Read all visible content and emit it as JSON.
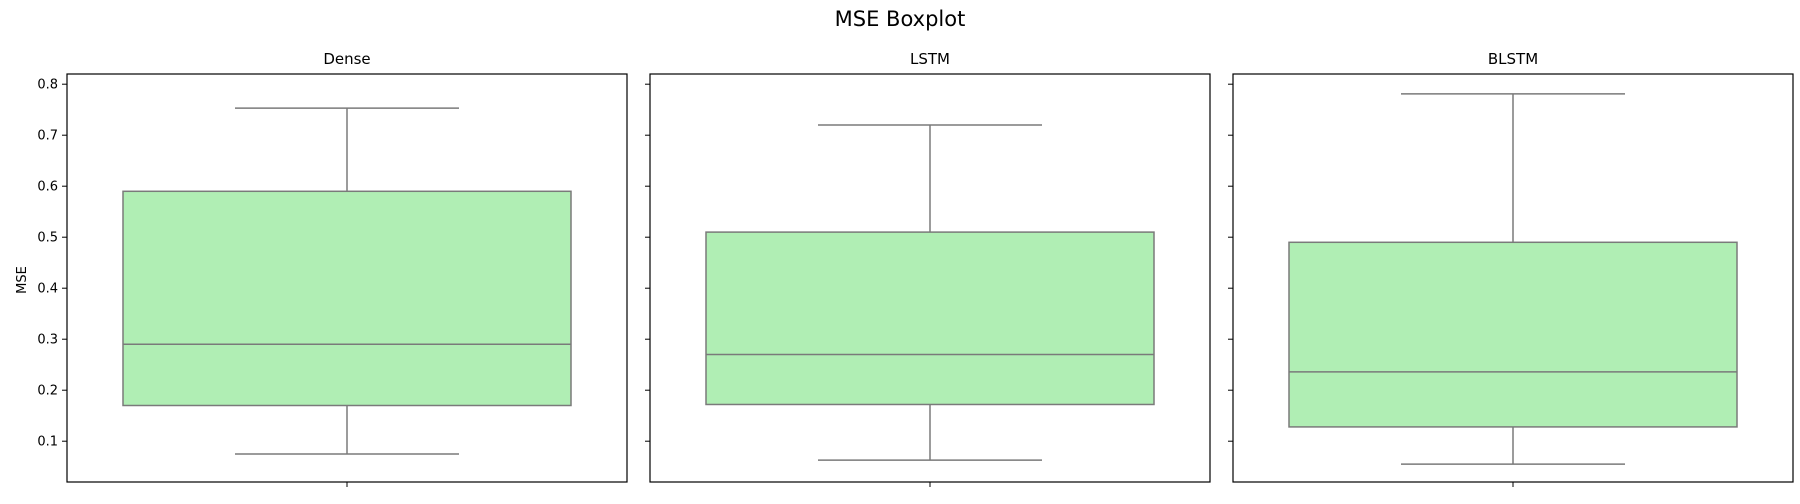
{
  "chart_data": {
    "type": "box",
    "title": "MSE Boxplot",
    "ylabel": "MSE",
    "ylim": [
      0.02,
      0.82
    ],
    "yticks": [
      "0.1",
      "0.2",
      "0.3",
      "0.4",
      "0.5",
      "0.6",
      "0.7",
      "0.8"
    ],
    "grid": false,
    "colors": {
      "box_fill": "#b0eeb4",
      "box_edge": "#7a7a7a",
      "axis": "#000000"
    },
    "panels": [
      {
        "title": "Dense",
        "whisker_low": 0.075,
        "q1": 0.17,
        "median": 0.29,
        "q3": 0.59,
        "whisker_high": 0.753
      },
      {
        "title": "LSTM",
        "whisker_low": 0.063,
        "q1": 0.172,
        "median": 0.27,
        "q3": 0.51,
        "whisker_high": 0.72
      },
      {
        "title": "BLSTM",
        "whisker_low": 0.055,
        "q1": 0.128,
        "median": 0.236,
        "q3": 0.49,
        "whisker_high": 0.781
      }
    ]
  }
}
